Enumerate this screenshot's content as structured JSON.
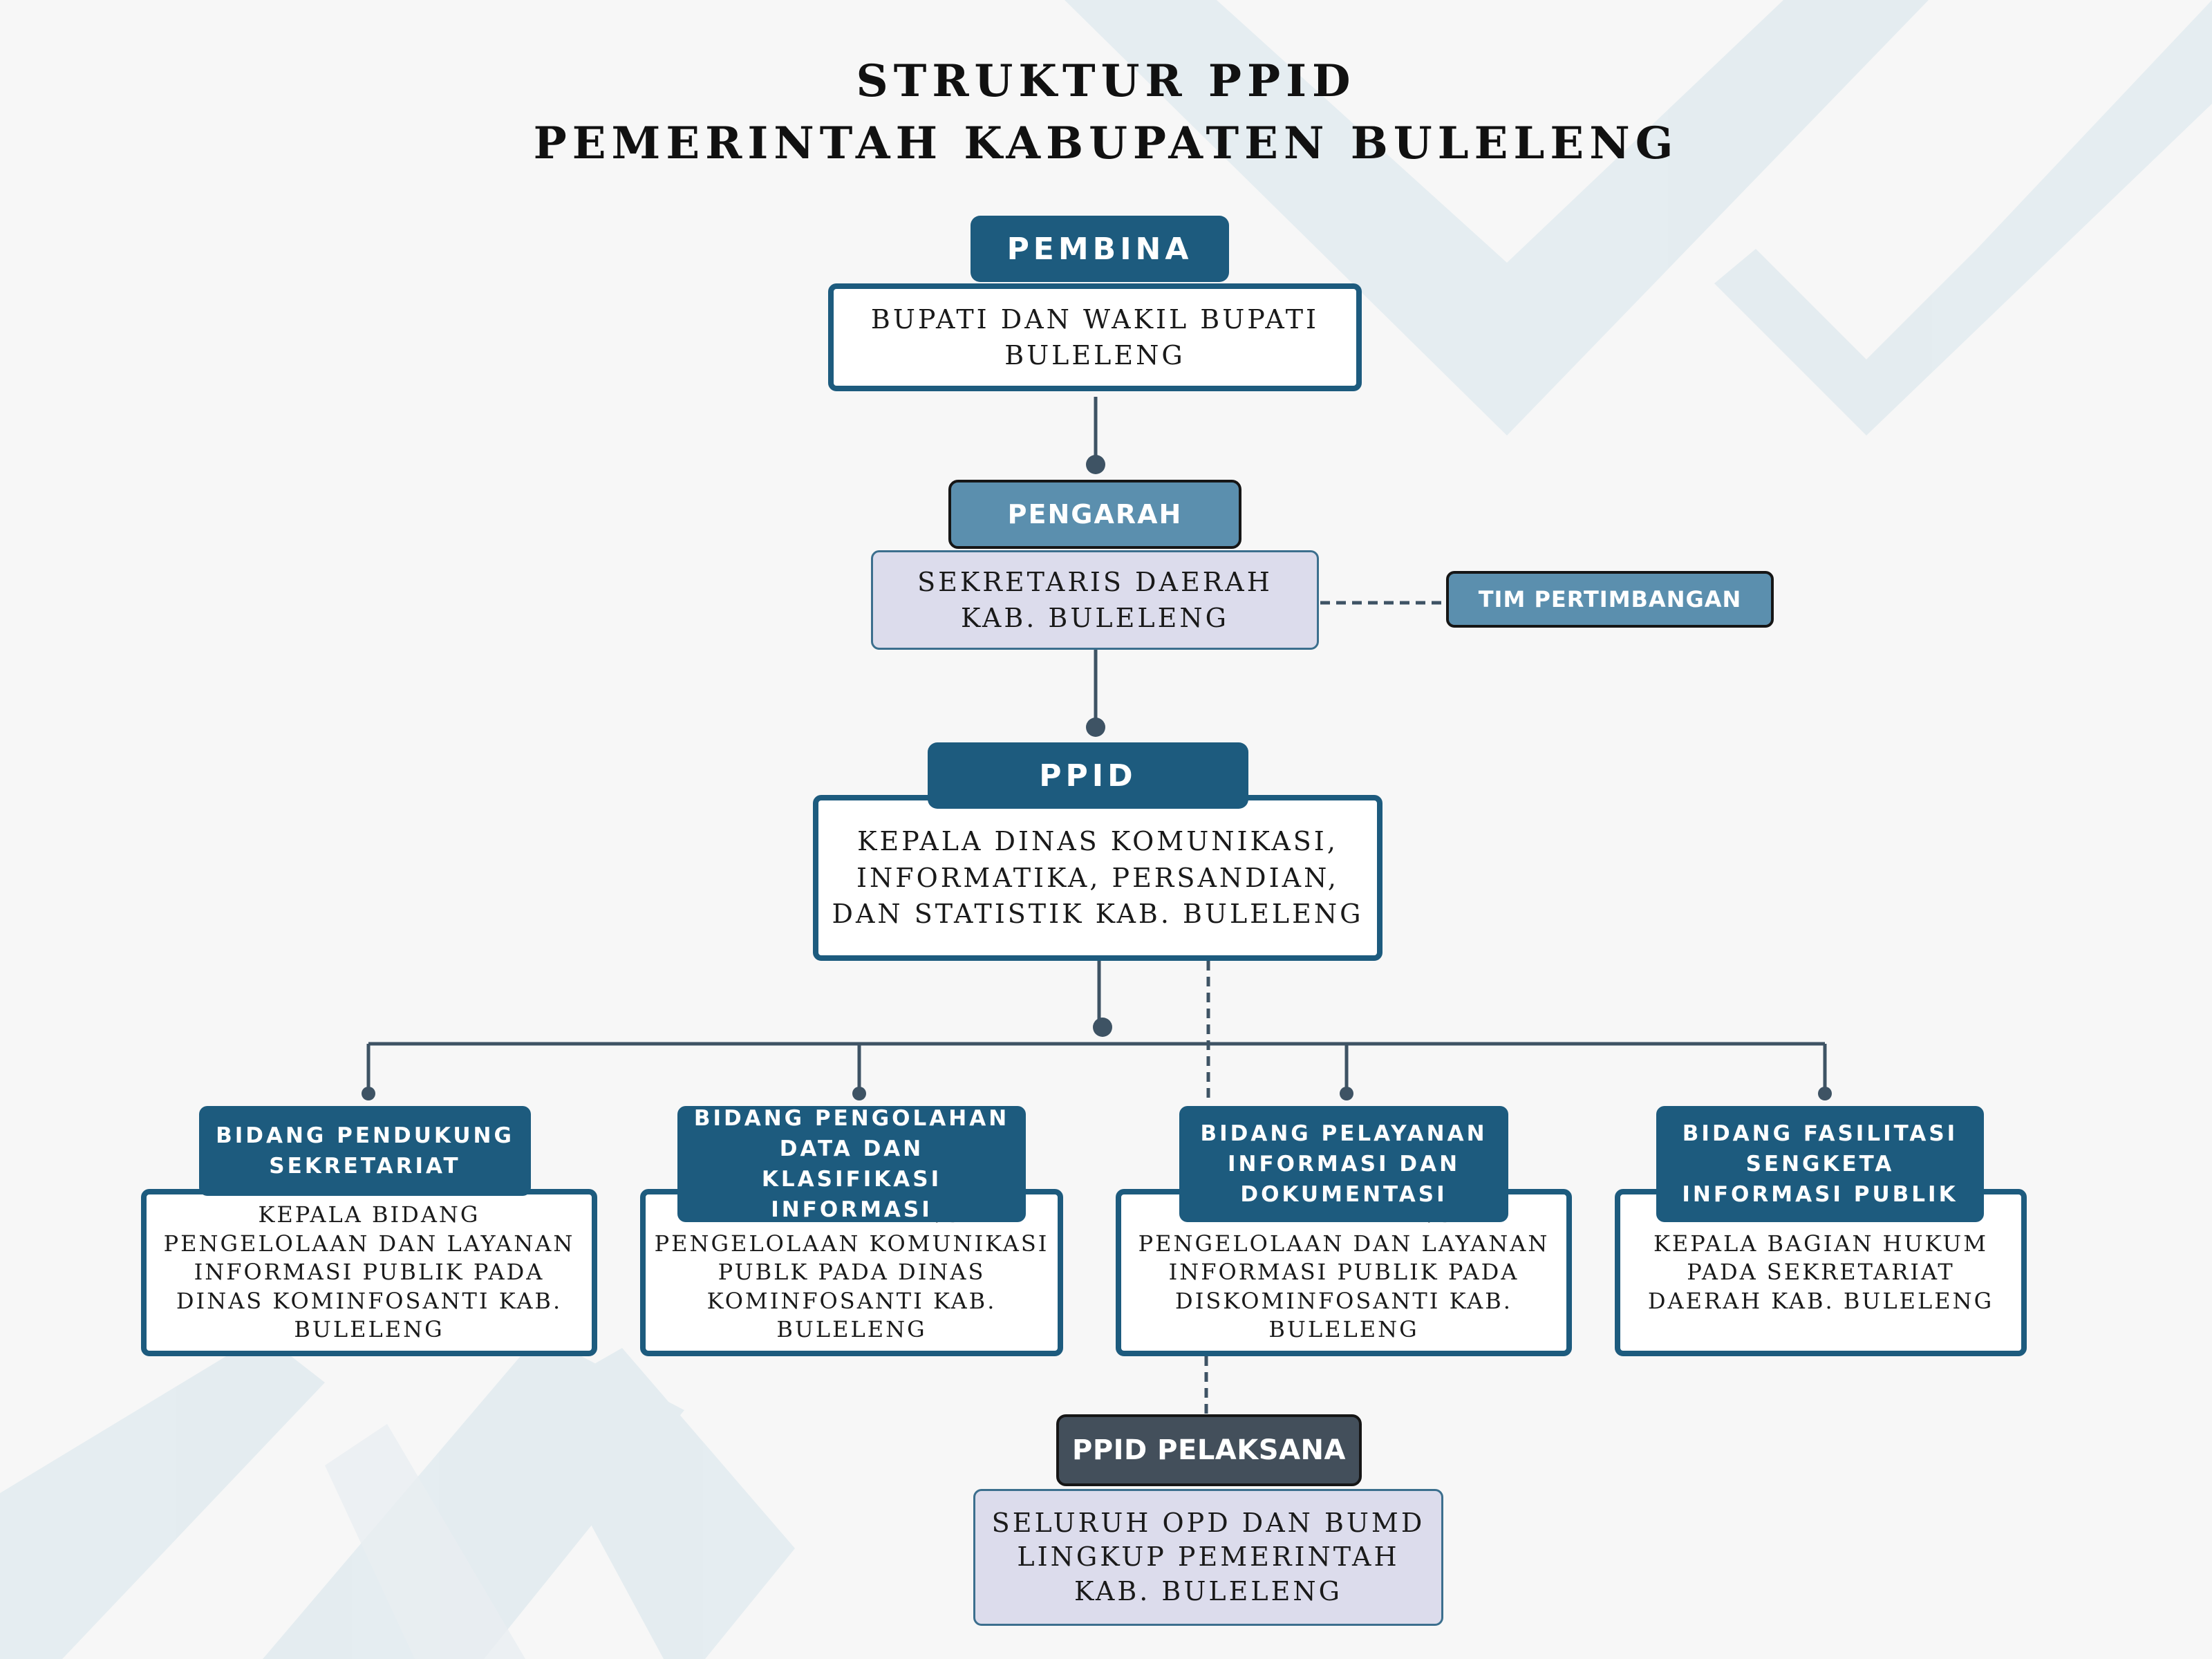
{
  "title": {
    "line1": "STRUKTUR PPID",
    "line2": "PEMERINTAH KABUPATEN BULELENG"
  },
  "pembina": {
    "label": "PEMBINA",
    "body": "BUPATI DAN WAKIL BUPATI BULELENG"
  },
  "pengarah": {
    "label": "PENGARAH",
    "body": "SEKRETARIS DAERAH KAB. BULELENG"
  },
  "tim_pertimbangan": {
    "label": "TIM PERTIMBANGAN"
  },
  "ppid": {
    "label": "PPID",
    "body": "KEPALA DINAS KOMUNIKASI, INFORMATIKA, PERSANDIAN, DAN STATISTIK KAB. BULELENG"
  },
  "bidang": [
    {
      "label": "BIDANG PENDUKUNG SEKRETARIAT",
      "body": "KEPALA BIDANG PENGELOLAAN DAN LAYANAN INFORMASI PUBLIK PADA DINAS KOMINFOSANTI KAB. BULELENG"
    },
    {
      "label": "BIDANG PENGOLAHAN DATA DAN KLASIFIKASI INFORMASI",
      "body": "KEPALA BIDANG PENGELOLAAN KOMUNIKASI PUBLK PADA DINAS KOMINFOSANTI KAB. BULELENG"
    },
    {
      "label": "BIDANG PELAYANAN INFORMASI DAN DOKUMENTASI",
      "body": "KEPALA BIDANG PENGELOLAAN DAN LAYANAN INFORMASI PUBLIK PADA DISKOMINFOSANTI KAB. BULELENG"
    },
    {
      "label": "BIDANG FASILITASI SENGKETA INFORMASI PUBLIK",
      "body": "KEPALA BAGIAN HUKUM PADA SEKRETARIAT DAERAH KAB. BULELENG"
    }
  ],
  "ppid_pelaksana": {
    "label": "PPID PELAKSANA",
    "body": "SELURUH OPD DAN BUMD LINGKUP PEMERINTAH KAB. BULELENG"
  },
  "colors": {
    "dark_header": "#1d5b7e",
    "mid_header": "#5b8fae",
    "pelaksana_header": "#434f5b",
    "lavender_box": "#dcdcec",
    "connector": "#3e5364"
  }
}
